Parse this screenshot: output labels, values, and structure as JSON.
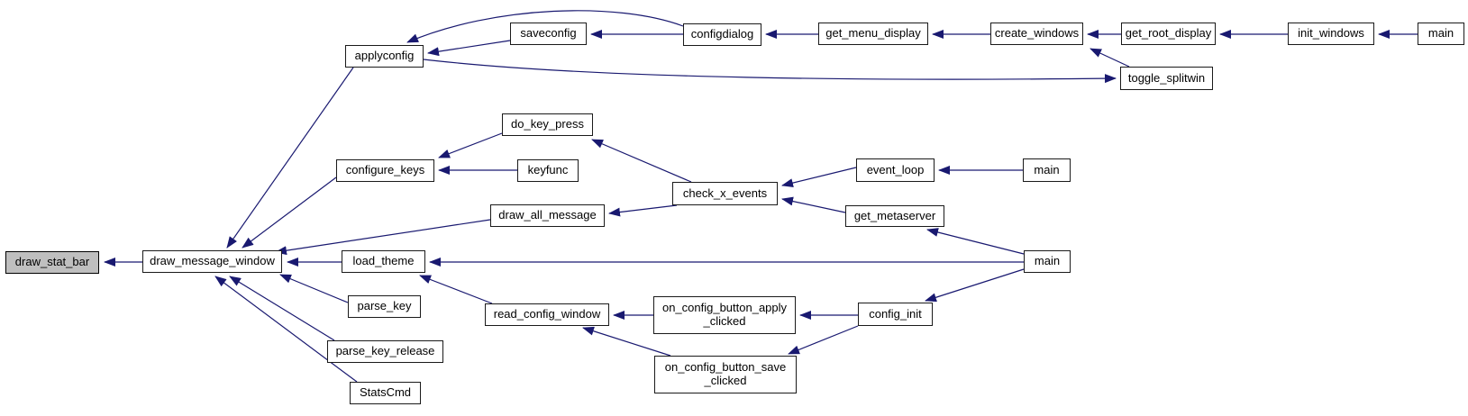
{
  "diagram": {
    "type": "call-graph",
    "edge_color": "#191970",
    "node_border_color": "#1a1a1a",
    "highlight_fill": "#bfbfbf",
    "background": "#ffffff",
    "nodes": {
      "draw_stat_bar": {
        "label": "draw_stat_bar",
        "highlighted": true
      },
      "draw_message_window": {
        "label": "draw_message_window"
      },
      "applyconfig": {
        "label": "applyconfig"
      },
      "saveconfig": {
        "label": "saveconfig"
      },
      "configdialog": {
        "label": "configdialog"
      },
      "get_menu_display": {
        "label": "get_menu_display"
      },
      "create_windows": {
        "label": "create_windows"
      },
      "get_root_display": {
        "label": "get_root_display"
      },
      "init_windows": {
        "label": "init_windows"
      },
      "main_1": {
        "label": "main"
      },
      "toggle_splitwin": {
        "label": "toggle_splitwin"
      },
      "do_key_press": {
        "label": "do_key_press"
      },
      "configure_keys": {
        "label": "configure_keys"
      },
      "keyfunc": {
        "label": "keyfunc"
      },
      "check_x_events": {
        "label": "check_x_events"
      },
      "draw_all_message": {
        "label": "draw_all_message"
      },
      "event_loop": {
        "label": "event_loop"
      },
      "main_2": {
        "label": "main"
      },
      "get_metaserver": {
        "label": "get_metaserver"
      },
      "main_3": {
        "label": "main"
      },
      "load_theme": {
        "label": "load_theme"
      },
      "parse_key": {
        "label": "parse_key"
      },
      "parse_key_release": {
        "label": "parse_key_release"
      },
      "StatsCmd": {
        "label": "StatsCmd"
      },
      "read_config_window": {
        "label": "read_config_window"
      },
      "on_config_button_apply_clicked": {
        "label": "on_config_button_apply\n_clicked"
      },
      "config_init": {
        "label": "config_init"
      },
      "on_config_button_save_clicked": {
        "label": "on_config_button_save\n_clicked"
      }
    },
    "edges": [
      {
        "from": "draw_message_window",
        "to": "draw_stat_bar"
      },
      {
        "from": "applyconfig",
        "to": "draw_message_window"
      },
      {
        "from": "configure_keys",
        "to": "draw_message_window"
      },
      {
        "from": "draw_all_message",
        "to": "draw_message_window"
      },
      {
        "from": "load_theme",
        "to": "draw_message_window"
      },
      {
        "from": "parse_key",
        "to": "draw_message_window"
      },
      {
        "from": "parse_key_release",
        "to": "draw_message_window"
      },
      {
        "from": "StatsCmd",
        "to": "draw_message_window"
      },
      {
        "from": "saveconfig",
        "to": "applyconfig"
      },
      {
        "from": "configdialog",
        "to": "applyconfig"
      },
      {
        "from": "configdialog",
        "to": "saveconfig"
      },
      {
        "from": "get_menu_display",
        "to": "configdialog"
      },
      {
        "from": "create_windows",
        "to": "get_menu_display"
      },
      {
        "from": "get_root_display",
        "to": "create_windows"
      },
      {
        "from": "init_windows",
        "to": "get_root_display"
      },
      {
        "from": "main_1",
        "to": "init_windows"
      },
      {
        "from": "applyconfig",
        "to": "toggle_splitwin"
      },
      {
        "from": "toggle_splitwin",
        "to": "create_windows"
      },
      {
        "from": "do_key_press",
        "to": "configure_keys"
      },
      {
        "from": "keyfunc",
        "to": "configure_keys"
      },
      {
        "from": "check_x_events",
        "to": "do_key_press"
      },
      {
        "from": "check_x_events",
        "to": "draw_all_message"
      },
      {
        "from": "event_loop",
        "to": "check_x_events"
      },
      {
        "from": "get_metaserver",
        "to": "check_x_events"
      },
      {
        "from": "main_2",
        "to": "event_loop"
      },
      {
        "from": "main_3",
        "to": "get_metaserver"
      },
      {
        "from": "main_3",
        "to": "load_theme"
      },
      {
        "from": "main_3",
        "to": "config_init"
      },
      {
        "from": "read_config_window",
        "to": "load_theme"
      },
      {
        "from": "on_config_button_apply_clicked",
        "to": "read_config_window"
      },
      {
        "from": "on_config_button_save_clicked",
        "to": "read_config_window"
      },
      {
        "from": "config_init",
        "to": "on_config_button_apply_clicked"
      },
      {
        "from": "config_init",
        "to": "on_config_button_save_clicked"
      }
    ]
  }
}
